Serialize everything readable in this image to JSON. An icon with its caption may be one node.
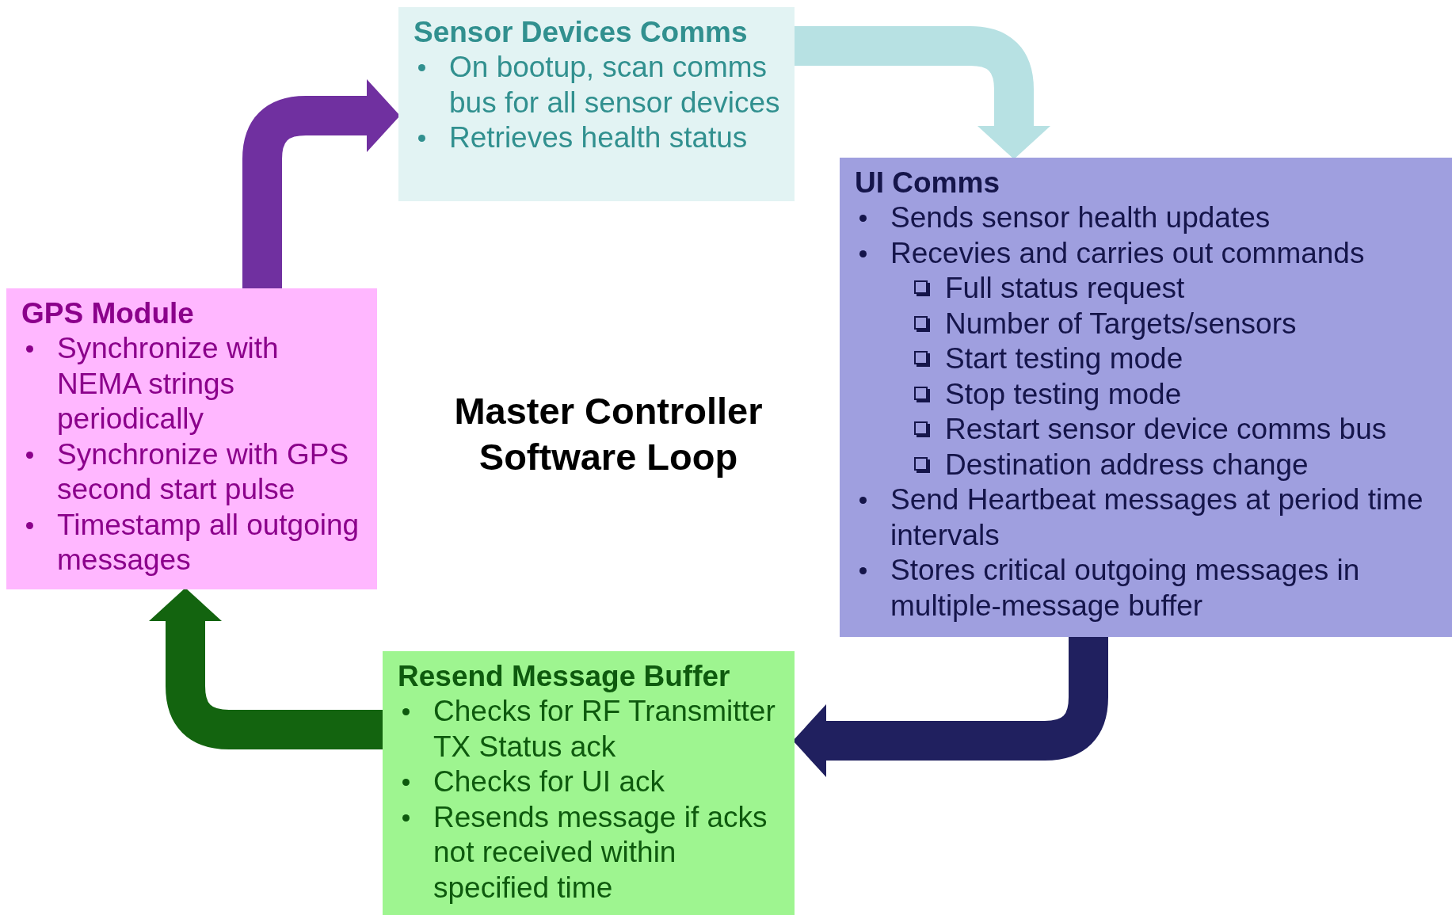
{
  "diagram": {
    "title": "Master Controller Software Loop",
    "nodes": [
      {
        "text": [
          "Sensor Devices Comms",
          "On bootup, scan comms bus for all sensor devices",
          "Retrieves health status"
        ]
      },
      {
        "text": [
          "UI Comms",
          "Sends sensor health updates",
          "Recevies and carries out commands",
          "Full status request",
          "Number of Targets/sensors",
          "Start testing mode",
          "Stop testing mode",
          "Restart sensor device comms bus",
          "Destination address change",
          "Send Heartbeat messages at period time intervals",
          "Stores critical outgoing messages in multiple-message buffer"
        ]
      },
      {
        "text": [
          "GPS Module",
          "Synchronize with NEMA strings periodically",
          "Synchronize with GPS second start pulse",
          "Timestamp all outgoing messages"
        ]
      },
      {
        "text": [
          "Resend Message Buffer",
          "Checks for RF Transmitter TX Status ack",
          "Checks for UI ack",
          "Resends message if acks not received within specified time"
        ]
      }
    ],
    "edges": [
      {
        "from": 2,
        "to": 0,
        "arrow": "to",
        "color": "#7030a0"
      },
      {
        "from": 0,
        "to": 1,
        "arrow": "to",
        "color": "#b7e1e3"
      },
      {
        "from": 1,
        "to": 3,
        "arrow": "to",
        "color": "#20205f"
      },
      {
        "from": 3,
        "to": 2,
        "arrow": "to",
        "color": "#13640f"
      }
    ]
  }
}
